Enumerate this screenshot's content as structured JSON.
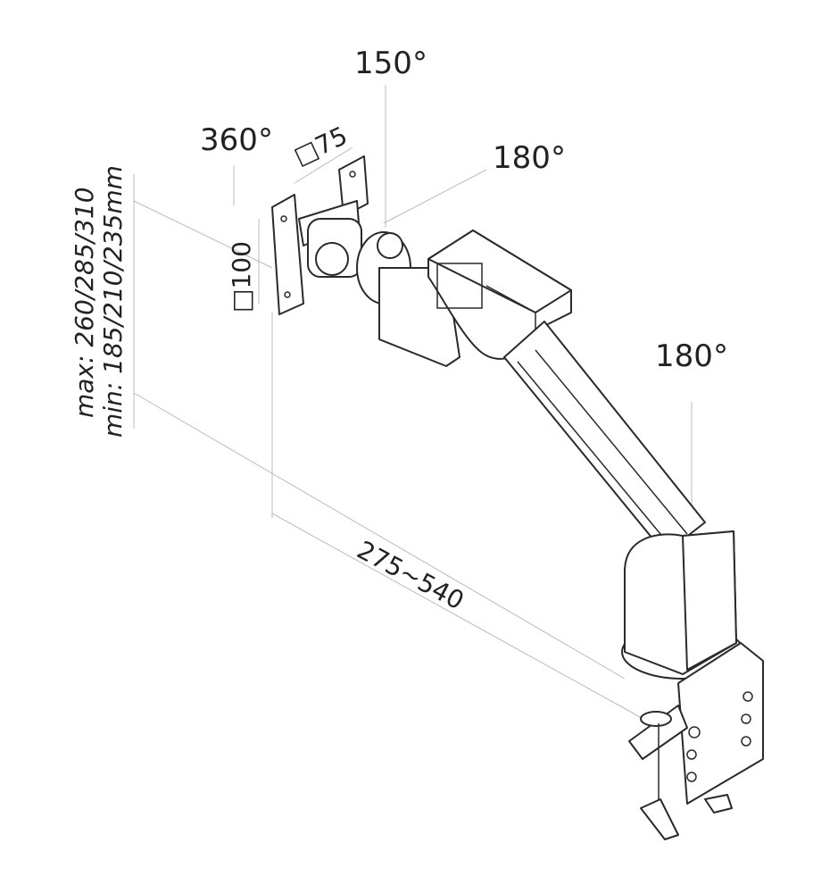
{
  "labels": {
    "tilt_angle": "150°",
    "rotation_angle": "360°",
    "vesa_small": "□75",
    "vesa_large": "□100",
    "swivel_upper": "180°",
    "swivel_base": "180°",
    "height_max": "max: 260/285/310",
    "height_min": "min: 185/210/235mm",
    "reach_range": "275~540"
  },
  "colors": {
    "line": "#2a2a2a",
    "dimension": "#bbbbbb"
  }
}
